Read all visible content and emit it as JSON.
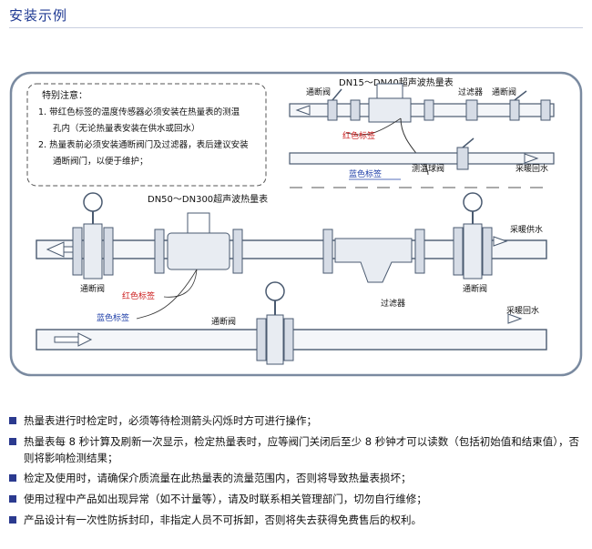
{
  "page": {
    "title": "安装示例"
  },
  "diagram": {
    "attention_title": "特别注意：",
    "attention_items": [
      "1. 带红色标签的温度传感器必须安装在热量表的测温",
      "孔内（无论热量表安装在供水或回水）",
      "2. 热量表前必须安装通断阀门及过滤器，表后建议安装",
      "通断阀门，以便于维护；"
    ],
    "small_meter_title": "DN15～DN40超声波热量表",
    "large_meter_title": "DN50～DN300超声波热量表",
    "labels": {
      "valve_on_off": "通断阀",
      "filter": "过滤器",
      "red_tag": "红色标签",
      "blue_tag": "蓝色标签",
      "test_ball_valve": "测温球阀",
      "heating_return": "采暖回水",
      "heating_supply": "采暖供水"
    },
    "colors": {
      "frame": "#7a8aa0",
      "pipe": "#4a5a70",
      "red_tag": "#cc1e1e",
      "blue_tag": "#1f3fa8",
      "text": "#111111"
    }
  },
  "notes": [
    "热量表进行时检定时，必须等待检测箭头闪烁时方可进行操作；",
    "热量表每 8 秒计算及刷新一次显示，检定热量表时，应等阀门关闭后至少 8 秒钟才可以读数（包括初始值和结束值），否则将影响检测结果；",
    "检定及使用时，请确保介质流量在此热量表的流量范围内，否则将导致热量表损坏；",
    "使用过程中产品如出现异常（如不计量等），请及时联系相关管理部门，切勿自行维修；",
    "产品设计有一次性防拆封印，非指定人员不可拆卸，否则将失去获得免费售后的权利。"
  ]
}
